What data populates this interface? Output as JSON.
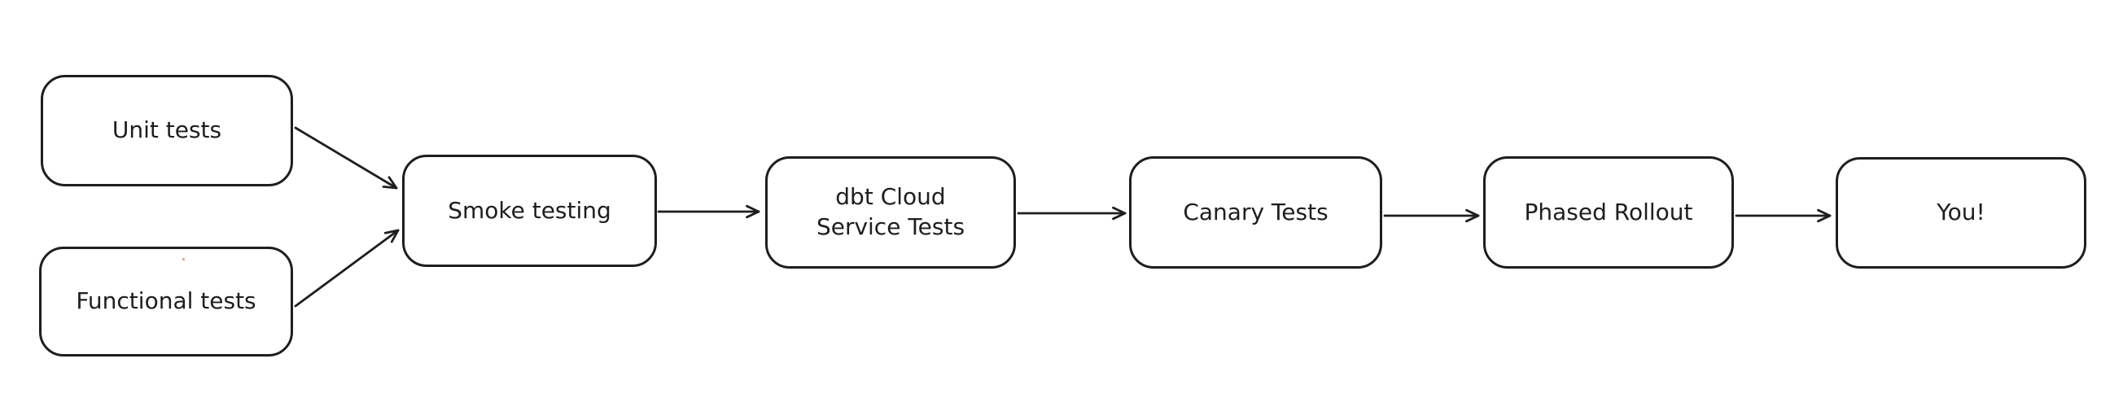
{
  "diagram": {
    "background_color": "#ffffff",
    "stroke_color": "#1e1e1e",
    "nodes": [
      {
        "id": "unit-tests",
        "label": "Unit tests"
      },
      {
        "id": "functional-tests",
        "label": "Functional tests"
      },
      {
        "id": "smoke-testing",
        "label": "Smoke testing"
      },
      {
        "id": "dbt-cloud-service-tests",
        "label": "dbt Cloud\nService Tests"
      },
      {
        "id": "canary-tests",
        "label": "Canary Tests"
      },
      {
        "id": "phased-rollout",
        "label": "Phased Rollout"
      },
      {
        "id": "you",
        "label": "You!"
      }
    ],
    "edges": [
      {
        "from": "unit-tests",
        "to": "smoke-testing"
      },
      {
        "from": "functional-tests",
        "to": "smoke-testing"
      },
      {
        "from": "smoke-testing",
        "to": "dbt-cloud-service-tests"
      },
      {
        "from": "dbt-cloud-service-tests",
        "to": "canary-tests"
      },
      {
        "from": "canary-tests",
        "to": "phased-rollout"
      },
      {
        "from": "phased-rollout",
        "to": "you"
      }
    ]
  }
}
